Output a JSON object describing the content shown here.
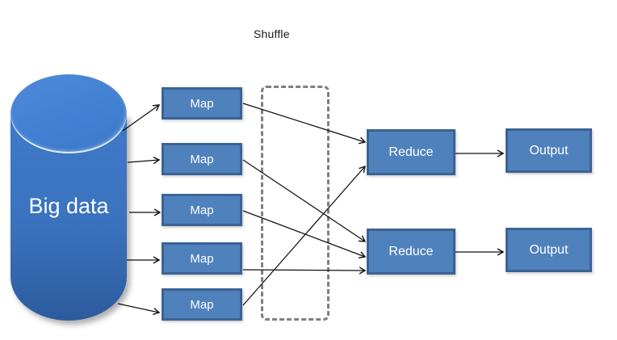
{
  "diagram": {
    "shuffle_label": "Shuffle",
    "source": {
      "label": "Big data"
    },
    "map_nodes": [
      {
        "label": "Map"
      },
      {
        "label": "Map"
      },
      {
        "label": "Map"
      },
      {
        "label": "Map"
      },
      {
        "label": "Map"
      }
    ],
    "reduce_nodes": [
      {
        "label": "Reduce"
      },
      {
        "label": "Reduce"
      }
    ],
    "output_nodes": [
      {
        "label": "Output"
      },
      {
        "label": "Output"
      }
    ],
    "edges": [
      {
        "from": "big-data",
        "to": "map-1"
      },
      {
        "from": "big-data",
        "to": "map-2"
      },
      {
        "from": "big-data",
        "to": "map-3"
      },
      {
        "from": "big-data",
        "to": "map-4"
      },
      {
        "from": "big-data",
        "to": "map-5"
      },
      {
        "from": "map-1",
        "to": "reduce-1"
      },
      {
        "from": "map-2",
        "to": "reduce-2"
      },
      {
        "from": "map-3",
        "to": "reduce-2"
      },
      {
        "from": "map-4",
        "to": "reduce-2"
      },
      {
        "from": "map-5",
        "to": "reduce-1"
      },
      {
        "from": "reduce-1",
        "to": "output-1"
      },
      {
        "from": "reduce-2",
        "to": "output-2"
      }
    ],
    "colors": {
      "node_fill": "#4f81bd",
      "node_border": "#3b6394",
      "cylinder_top": "#4d89d9",
      "cylinder_mid": "#3f7ac9",
      "cylinder_bottom": "#2c5b9d",
      "dashed_border": "#7f7f7f",
      "arrow": "#111111",
      "node_text": "#ffffff",
      "shuffle_text": "#1a1a1a"
    }
  }
}
